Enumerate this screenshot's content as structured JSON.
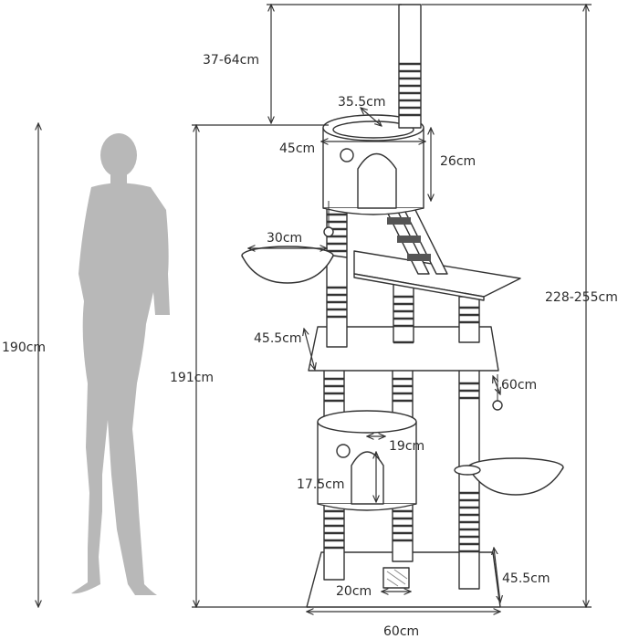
{
  "colors": {
    "silhouette": "#b8b8b8",
    "line": "#333333",
    "fill": "#ffffff"
  },
  "labels": {
    "person_height": "190cm",
    "tree_base_height": "191cm",
    "tree_total_height": "228-255cm",
    "extension": "37-64cm",
    "top_house_inner": "35.5cm",
    "top_house_width": "45cm",
    "top_house_height": "26cm",
    "hammock_top": "30cm",
    "platform_depth": "45.5cm",
    "platform_width": "60cm",
    "lower_house_inner": "19cm",
    "lower_house_door": "17.5cm",
    "base_depth": "45.5cm",
    "pad_width": "20cm",
    "base_width": "60cm"
  }
}
